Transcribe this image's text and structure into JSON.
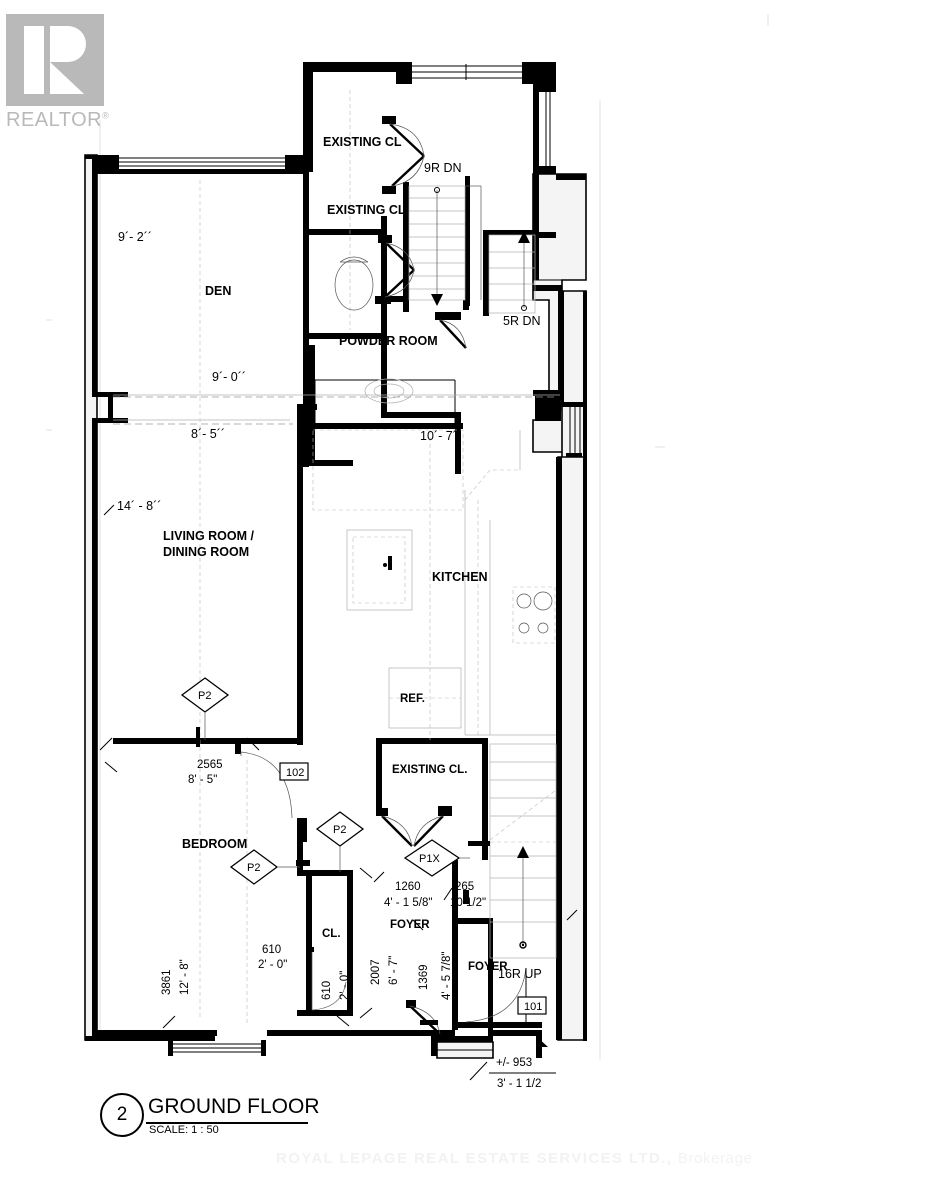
{
  "document": {
    "type": "architectural-floor-plan",
    "sheet_title": "GROUND FLOOR",
    "detail_number": "2",
    "scale": "SCALE:  1 : 50"
  },
  "watermarks": {
    "realtor_logo_text": "REALTOR",
    "realtor_registered_mark": "®",
    "brokerage_line_1": "ROYAL LEPAGE REAL ESTATE SERVICES LTD.,",
    "brokerage_line_2": "Brokerage"
  },
  "rooms": [
    {
      "id": "den",
      "label": "DEN"
    },
    {
      "id": "living-dining",
      "label_line_1": "LIVING ROOM /",
      "label_line_2": "DINING ROOM"
    },
    {
      "id": "kitchen",
      "label": "KITCHEN"
    },
    {
      "id": "powder-room",
      "label": "POWDER ROOM"
    },
    {
      "id": "bedroom",
      "label": "BEDROOM"
    },
    {
      "id": "closet-bedroom",
      "label": "CL."
    },
    {
      "id": "foyer-upper",
      "label": "FOYER"
    },
    {
      "id": "foyer-lower",
      "label": "FOYER"
    },
    {
      "id": "existing-cl-top",
      "label": "EXISTING CL"
    },
    {
      "id": "existing-cl-mid",
      "label": "EXISTING CL"
    },
    {
      "id": "existing-cl-lower",
      "label": "EXISTING CL."
    },
    {
      "id": "refrigerator",
      "label": "REF."
    }
  ],
  "dimensions": {
    "den_width_top": "9´- 2´´",
    "den_width_mid": "9´- 0´´",
    "den_width_low": "8´- 5´´",
    "living_width": "14´ - 8´´",
    "powder_width": "10´- 7´´",
    "bedroom_wall_metric": "2565",
    "bedroom_wall_imperial": "8' - 5\"",
    "bedroom_depth_metric": "3861",
    "bedroom_depth_imperial": "12' - 8\"",
    "closet_door_metric": "610",
    "closet_door_imperial": "2' - 0\"",
    "closet_door2_metric": "610",
    "closet_door2_imperial": "2' - 0\"",
    "closet_depth_metric": "2007",
    "closet_depth_imperial": "6' - 7\"",
    "foyer_width_metric": "1260",
    "foyer_width_imperial": "4' - 1 5/8\"",
    "foyer_jog_metric": "265",
    "foyer_jog_imperial": "10 1/2\"",
    "foyer_depth_metric": "1369",
    "foyer_depth_imperial": "4' - 5 7/8\"",
    "entry_metric": "+/- 953",
    "entry_imperial": "3' - 1 1/2"
  },
  "stairs": [
    {
      "id": "stair-9r-dn",
      "label": "9R DN",
      "direction": "down",
      "risers": 9
    },
    {
      "id": "stair-5r-dn",
      "label": "5R DN",
      "direction": "down",
      "risers": 5
    },
    {
      "id": "stair-16r-up",
      "label": "16R UP",
      "direction": "up",
      "risers": 16
    }
  ],
  "partition_tags": [
    {
      "id": "p2-living",
      "label": "P2"
    },
    {
      "id": "p2-bedroom-a",
      "label": "P2"
    },
    {
      "id": "p2-bedroom-b",
      "label": "P2"
    },
    {
      "id": "p1x-foyer",
      "label": "P1X"
    }
  ],
  "door_tags": [
    {
      "id": "door-102",
      "label": "102"
    },
    {
      "id": "door-101",
      "label": "101"
    }
  ],
  "colors": {
    "background": "#ffffff",
    "linework": "#000000",
    "wall_hatch": "#f4f4f4",
    "faint_linework": "#b0b0b0",
    "watermark_gray": "#b9b9b9",
    "brokerage_gray": "#f2f2f2"
  }
}
